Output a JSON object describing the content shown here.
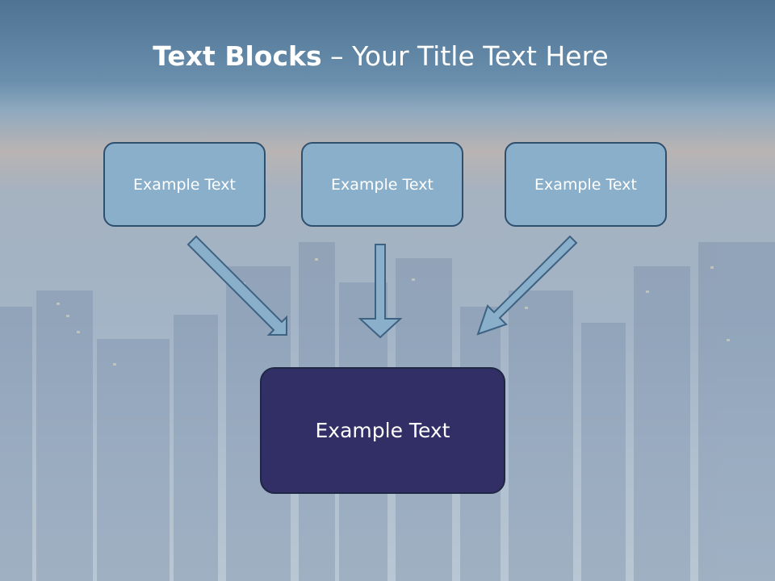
{
  "slide": {
    "title_bold": "Text Blocks",
    "title_rest": " – Your Title Text Here",
    "blocks": [
      {
        "label": "Example Text"
      },
      {
        "label": "Example Text"
      },
      {
        "label": "Example Text"
      }
    ],
    "center_block": {
      "label": "Example Text"
    }
  },
  "colors": {
    "block_fill": "#8aafcb",
    "block_border": "#2f4f6e",
    "center_fill": "#312f66",
    "arrow_fill": "#8aafcb"
  }
}
